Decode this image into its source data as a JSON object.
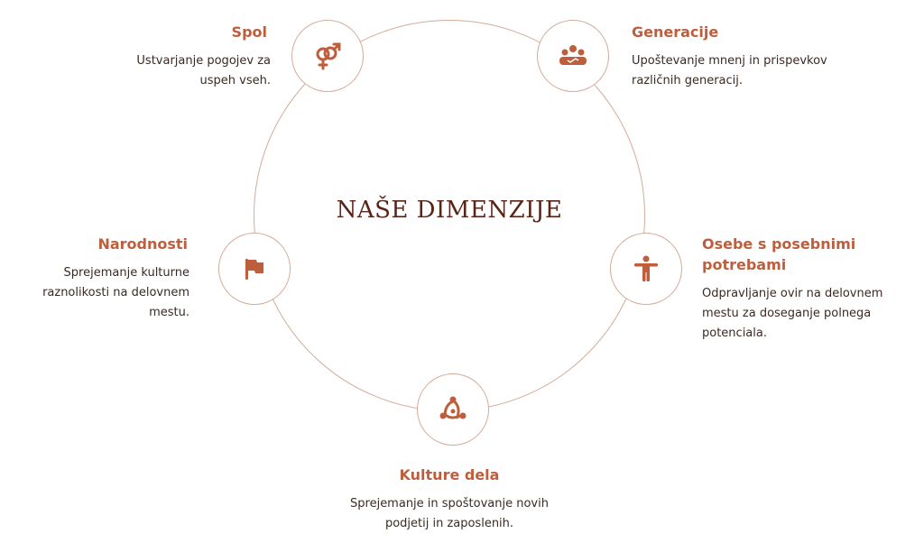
{
  "title": "NAŠE DIMENZIJE",
  "colors": {
    "accent": "#bf5e3c",
    "ring": "#d3ab99",
    "title": "#5a2418",
    "text": "#3a2a22"
  },
  "dimensions": {
    "spol": {
      "title": "Spol",
      "desc": "Ustvarjanje pogojev za uspeh vseh.",
      "icon": "gender-icon"
    },
    "generacije": {
      "title": "Generacije",
      "desc": "Upoštevanje mnenj in prispevkov različnih generacij.",
      "icon": "people-group-icon"
    },
    "narodnosti": {
      "title": "Narodnosti",
      "desc": "Sprejemanje kulturne raznolikosti na delovnem mestu.",
      "icon": "flag-icon"
    },
    "osebe": {
      "title": "Osebe s posebnimi potrebami",
      "desc": "Odpravljanje ovir na delovnem mestu za doseganje polnega potenciala.",
      "icon": "accessibility-person-icon"
    },
    "kulture": {
      "title": "Kulture dela",
      "desc": "Sprejemanje in spoštovanje novih podjetij in zaposlenih.",
      "icon": "connected-people-icon"
    }
  }
}
